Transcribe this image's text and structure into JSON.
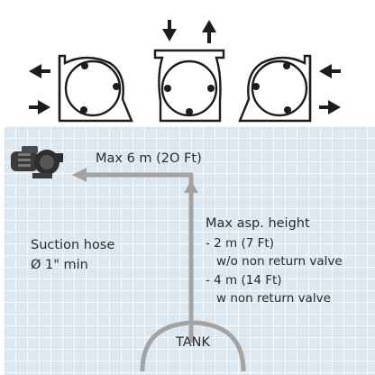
{
  "diagram": {
    "top_icons": [
      {
        "name": "pump-left-outlet",
        "arrows": [
          "left",
          "right"
        ]
      },
      {
        "name": "pump-top-outlet",
        "arrows": [
          "down",
          "up"
        ]
      },
      {
        "name": "pump-right-outlet",
        "arrows": [
          "left",
          "right"
        ]
      }
    ],
    "labels": {
      "max_distance": "Max 6 m (2O Ft)",
      "asp_title": "Max asp. height",
      "asp_line1": "- 2 m (7 Ft)",
      "asp_line2": "w/o non return valve",
      "asp_line3": "- 4 m (14 Ft)",
      "asp_line4": "w non return valve",
      "hose_line1": "Suction hose",
      "hose_line2": "Ø 1\" min",
      "tank": "TANK"
    },
    "colors": {
      "grid_bg": "#dde7ef",
      "grid_line": "#ffffff",
      "flow_arrow": "#a3a3a3",
      "icon_stroke": "#1c1c1c"
    }
  }
}
